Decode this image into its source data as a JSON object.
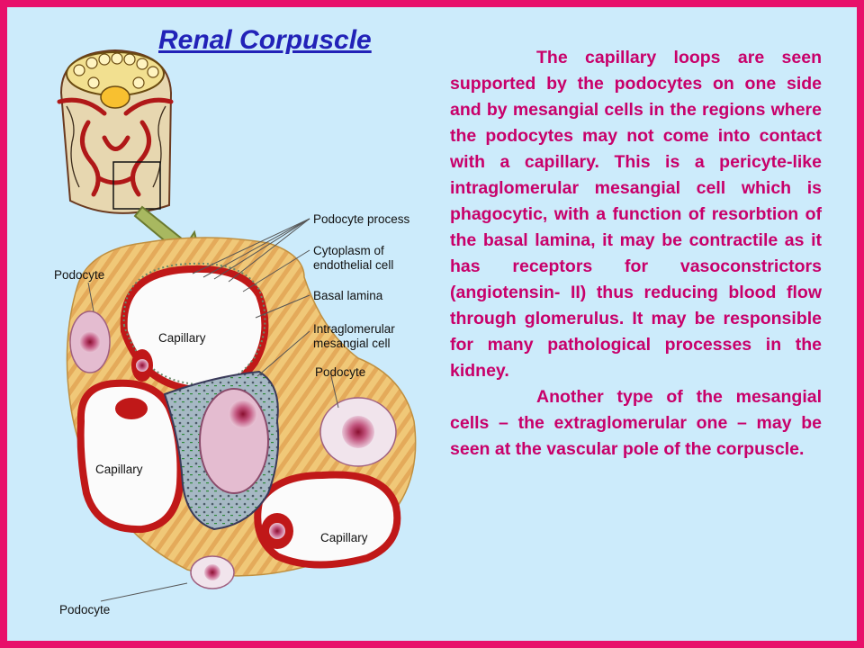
{
  "title": "Renal Corpuscle",
  "paragraphs": [
    "The capillary loops are seen supported by the podocytes on one side  and by mesangial cells in the regions where the podocytes may not come into contact with a capillary. This is a pericyte-like intraglomerular mesangial cell which is phagocytic, with a function of resorbtion of the basal lamina, it may be contractile as it has receptors for vasoconstrictors (angiotensin- II) thus reducing blood flow through glomerulus. It may be responsible for many pathological processes in the kidney.",
    "Another type of the mesangial cells – the extraglomerular one – may be seen at the vascular pole of the corpuscle."
  ],
  "diagram_labels": {
    "podocyte_process": "Podocyte process",
    "cytoplasm_line1": "Cytoplasm of",
    "cytoplasm_line2": "endothelial cell",
    "basal_lamina": "Basal lamina",
    "intraglomerular_line1": "Intraglomerular",
    "intraglomerular_line2": "mesangial cell",
    "podocyte_right": "Podocyte",
    "podocyte_left": "Podocyte",
    "podocyte_bottom": "Podocyte",
    "capillary_top": "Capillary",
    "capillary_left": "Capillary",
    "capillary_right": "Capillary"
  },
  "colors": {
    "frame": "#e8106a",
    "background": "#ccebfb",
    "title": "#2222b8",
    "text": "#c8006a",
    "endothelium": "#c01818",
    "podocyte_body": "#ecc070",
    "mesangial": "#a0b4c0",
    "nucleus": "#e4bcd0"
  }
}
